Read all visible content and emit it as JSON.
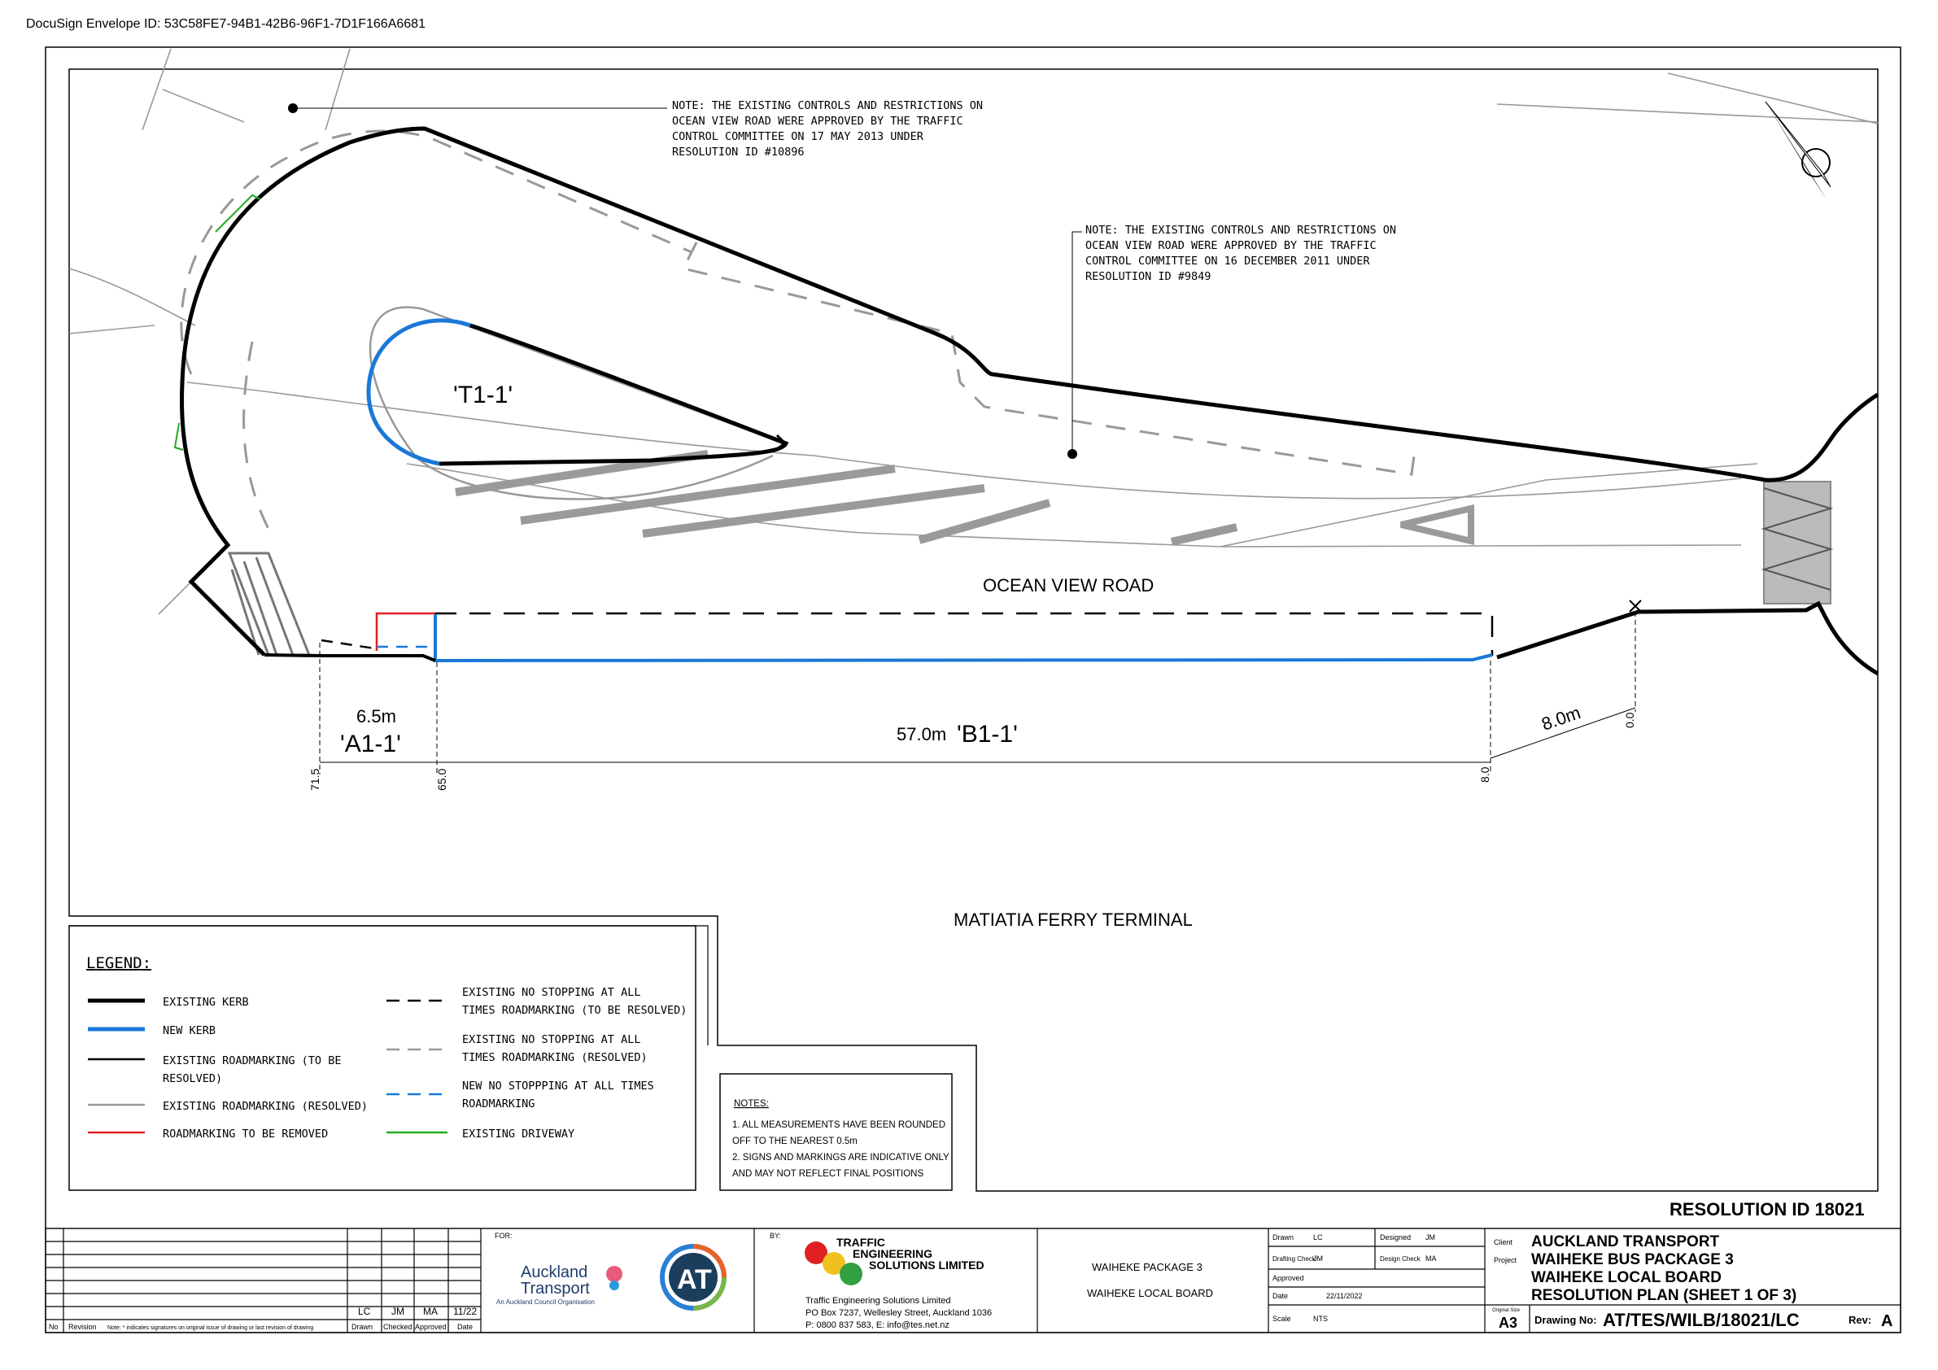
{
  "envelope": "DocuSign Envelope ID: 53C58FE7-94B1-42B6-96F1-7D1F166A6681",
  "notes_top": {
    "note1": [
      "NOTE: THE EXISTING CONTROLS AND RESTRICTIONS ON",
      "OCEAN VIEW ROAD WERE APPROVED BY THE TRAFFIC",
      "CONTROL COMMITTEE ON 17 MAY 2013 UNDER",
      "RESOLUTION ID #10896"
    ],
    "note2": [
      "NOTE: THE EXISTING CONTROLS AND RESTRICTIONS ON",
      "OCEAN VIEW ROAD WERE APPROVED BY THE TRAFFIC",
      "CONTROL COMMITTEE ON 16 DECEMBER 2011 UNDER",
      "RESOLUTION ID #9849"
    ]
  },
  "labels": {
    "t1": "'T1-1'",
    "road": "OCEAN VIEW ROAD",
    "terminal": "MATIATIA FERRY TERMINAL",
    "a1_len": "6.5m",
    "a1": "'A1-1'",
    "b1_len": "57.0m",
    "b1": "'B1-1'",
    "dim_8": "8.0m",
    "ch_715": "71.5",
    "ch_650": "65.0",
    "ch_80": "8.0",
    "ch_00": "0.0"
  },
  "legend": {
    "title": "LEGEND:",
    "items_left": [
      {
        "label": "EXISTING KERB",
        "color": "#000000",
        "style": "solid-thick"
      },
      {
        "label": "NEW KERB",
        "color": "#1a78d8",
        "style": "solid-thick"
      },
      {
        "label": "EXISTING ROADMARKING (TO BE",
        "label2": "RESOLVED)",
        "color": "#000000",
        "style": "solid"
      },
      {
        "label": "EXISTING ROADMARKING (RESOLVED)",
        "color": "#999999",
        "style": "solid"
      },
      {
        "label": "ROADMARKING TO BE REMOVED",
        "color": "#e02020",
        "style": "solid"
      }
    ],
    "items_right": [
      {
        "label": "EXISTING NO STOPPING AT ALL",
        "label2": "TIMES ROADMARKING (TO BE RESOLVED)",
        "color": "#000000",
        "style": "dashed"
      },
      {
        "label": "EXISTING NO STOPPING AT ALL",
        "label2": "TIMES ROADMARKING  (RESOLVED)",
        "color": "#999999",
        "style": "dashed"
      },
      {
        "label": "NEW NO STOPPPING AT ALL TIMES",
        "label2": "ROADMARKING",
        "color": "#1a78d8",
        "style": "dashed"
      },
      {
        "label": "EXISTING DRIVEWAY",
        "color": "#22aa22",
        "style": "solid"
      }
    ]
  },
  "notes_box": {
    "title": "NOTES:",
    "lines": [
      "1.  ALL MEASUREMENTS HAVE BEEN ROUNDED",
      "     OFF TO THE NEAREST 0.5m",
      "2.  SIGNS AND MARKINGS ARE INDICATIVE ONLY",
      "     AND MAY NOT REFLECT FINAL POSITIONS"
    ]
  },
  "resolution_id": "RESOLUTION ID 18021",
  "title_block": {
    "for": "FOR:",
    "by": "BY:",
    "rev_row": {
      "drawn": "LC",
      "checked": "JM",
      "approved": "MA",
      "date": "11/22"
    },
    "headers": {
      "no": "No",
      "revision": "Revision",
      "note": "Note: * indicates signatures on original issue of drawing or last revision of drawing",
      "drawn": "Drawn",
      "checked": "Checked",
      "approved": "Approved",
      "date": "Date"
    },
    "at_logo": "Auckland",
    "at_logo2": "Transport",
    "at_sub": "An Auckland Council Organisation",
    "at_mark": "AT",
    "tes_name1": "TRAFFIC",
    "tes_name2": "ENGINEERING",
    "tes_name3": "SOLUTIONS LIMITED",
    "tes_addr1": "Traffic Engineering Solutions Limited",
    "tes_addr2": "PO Box 7237, Wellesley Street, Auckland 1036",
    "tes_addr3": "P: 0800 837 583, E: info@tes.net.nz",
    "pkg1": "WAIHEKE PACKAGE 3",
    "pkg2": "WAIHEKE LOCAL BOARD",
    "drawn_lbl": "Drawn",
    "drawn_val": "LC",
    "designed_lbl": "Designed",
    "designed_val": "JM",
    "drafting_lbl": "Drafting Check",
    "drafting_val": "JM",
    "design_lbl": "Design Check",
    "design_val": "MA",
    "approved_lbl": "Approved",
    "date_lbl": "Date",
    "date_val": "22/11/2022",
    "scale_lbl": "Scale",
    "scale_val": "NTS",
    "client_lbl": "Client",
    "client_val": "AUCKLAND TRANSPORT",
    "project_lbl": "Project",
    "project_val1": "WAIHEKE BUS PACKAGE 3",
    "project_val2": "WAIHEKE LOCAL BOARD",
    "project_val3": "RESOLUTION PLAN (SHEET 1 OF 3)",
    "size_lbl": "Original Size",
    "size_val": "A3",
    "dwg_lbl": "Drawing No:",
    "dwg_val": "AT/TES/WILB/18021/LC",
    "rev_lbl": "Rev:",
    "rev_val": "A"
  },
  "colors": {
    "existing": "#000000",
    "resolved": "#999999",
    "new": "#1a78d8",
    "removed": "#e02020",
    "driveway": "#22aa22",
    "hatch": "#9a9a9a"
  }
}
